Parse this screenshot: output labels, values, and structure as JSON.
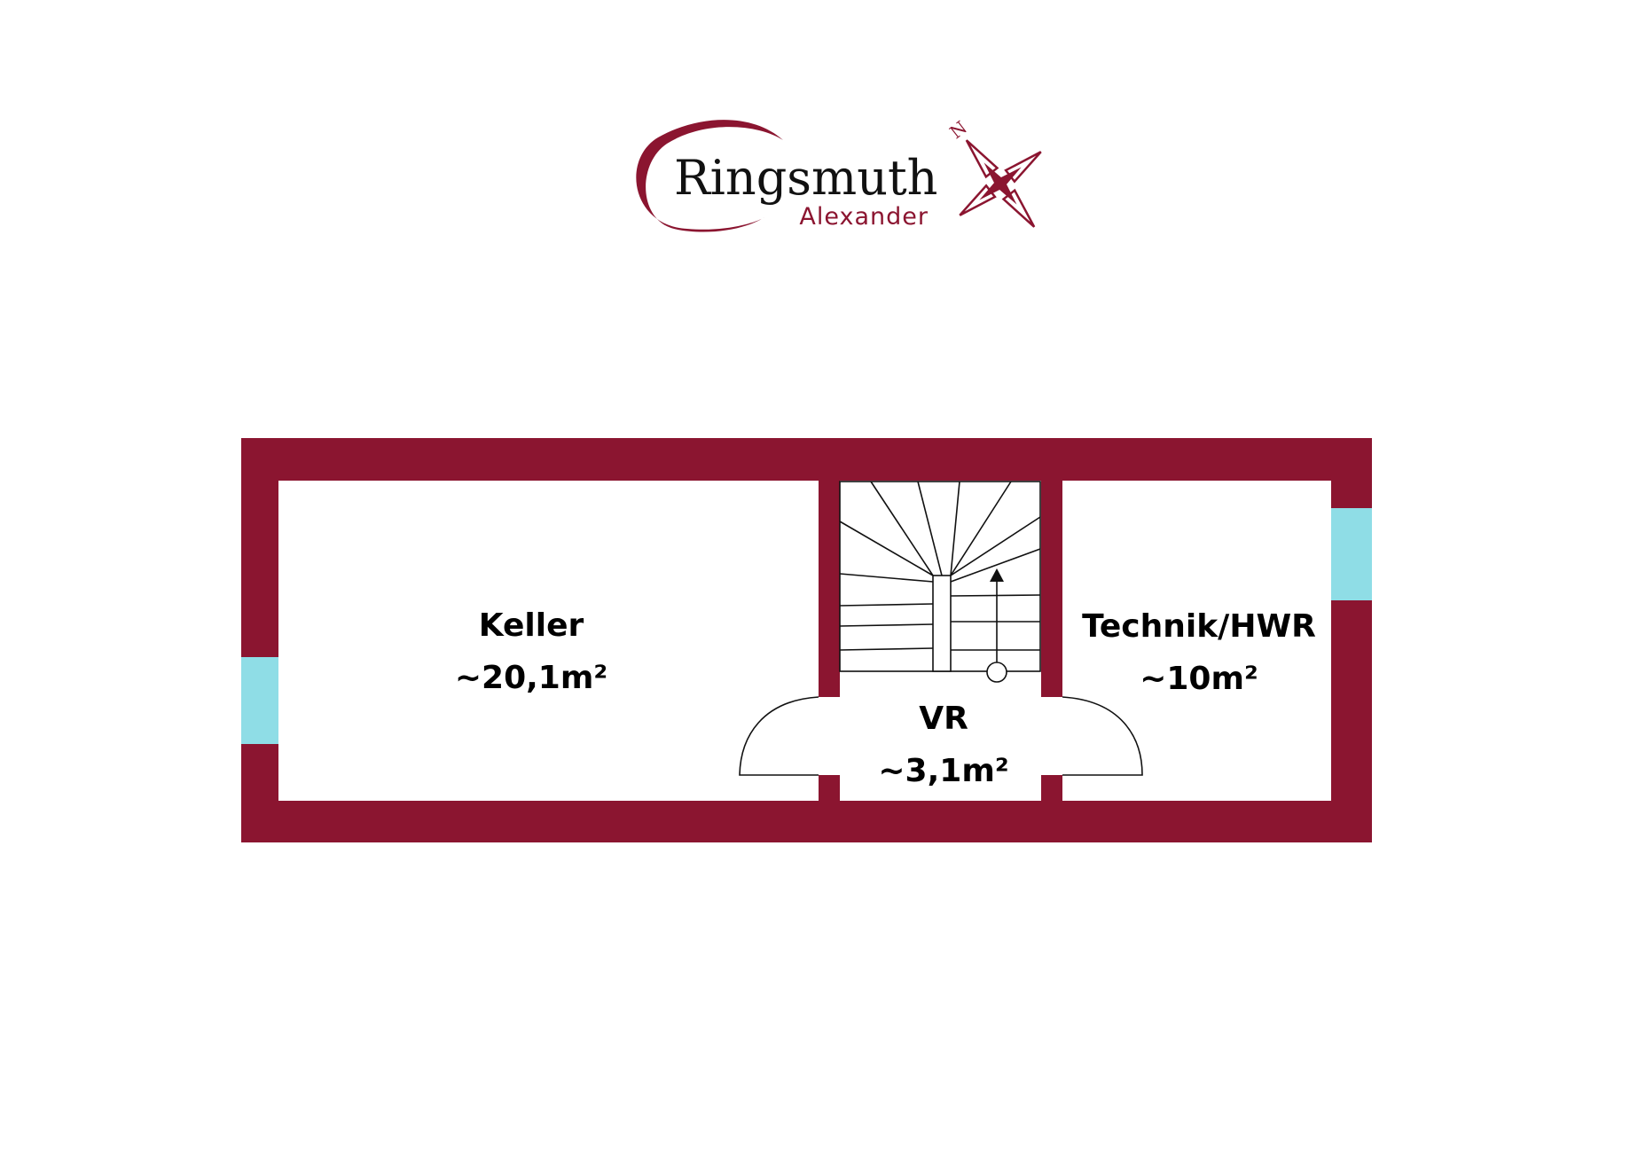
{
  "colors": {
    "wall": "#8b1530",
    "window": "#8fdde6",
    "floor": "#ffffff",
    "line": "#111111",
    "text": "#000000"
  },
  "logo": {
    "name": "Ringsmuth",
    "subname": "Alexander"
  },
  "compass": {
    "north_label": "N",
    "icon": "compass-rose-icon"
  },
  "rooms": {
    "keller": {
      "name": "Keller",
      "area": "~20,1m²"
    },
    "technik": {
      "name": "Technik/HWR",
      "area": "~10m²"
    },
    "vr": {
      "name": "VR",
      "area": "~3,1m²"
    }
  }
}
